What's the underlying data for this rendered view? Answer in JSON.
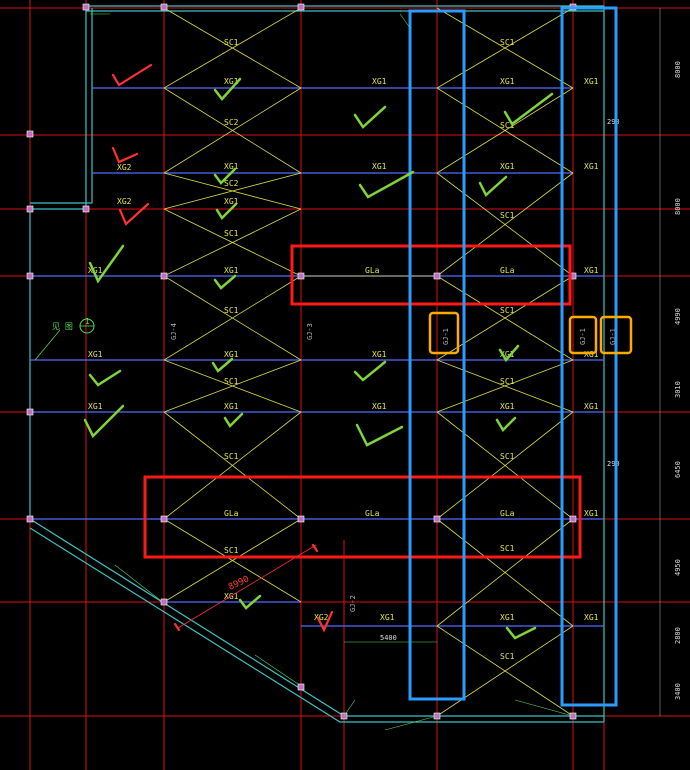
{
  "drawing": {
    "member_labels": {
      "sc1": "SC1",
      "sc2": "SC2",
      "xg1": "XG1",
      "xg2": "XG2",
      "gla": "GLa",
      "gj1": "GJ-1",
      "gj2": "GJ-2",
      "gj3": "GJ-3",
      "gj4": "GJ-4"
    },
    "dimensions": [
      "8000",
      "8000",
      "4990",
      "3010",
      "6450",
      "4950",
      "2800",
      "3400"
    ],
    "small_dims": [
      "290",
      "290",
      "5400"
    ],
    "annotations": {
      "diagonal_length": "8990",
      "callout": "1",
      "callout_prefix": "见 图"
    },
    "colors": {
      "grid": "#ff2020",
      "beam": "#4f6cff",
      "brace": "#d8d84a",
      "wall": "#39c4c4",
      "highlight_red": "#ff1a1a",
      "highlight_blue": "#2a9dff",
      "highlight_orange": "#ffaa00",
      "check": "#7fd43a",
      "mark_red": "#ff3030"
    }
  }
}
